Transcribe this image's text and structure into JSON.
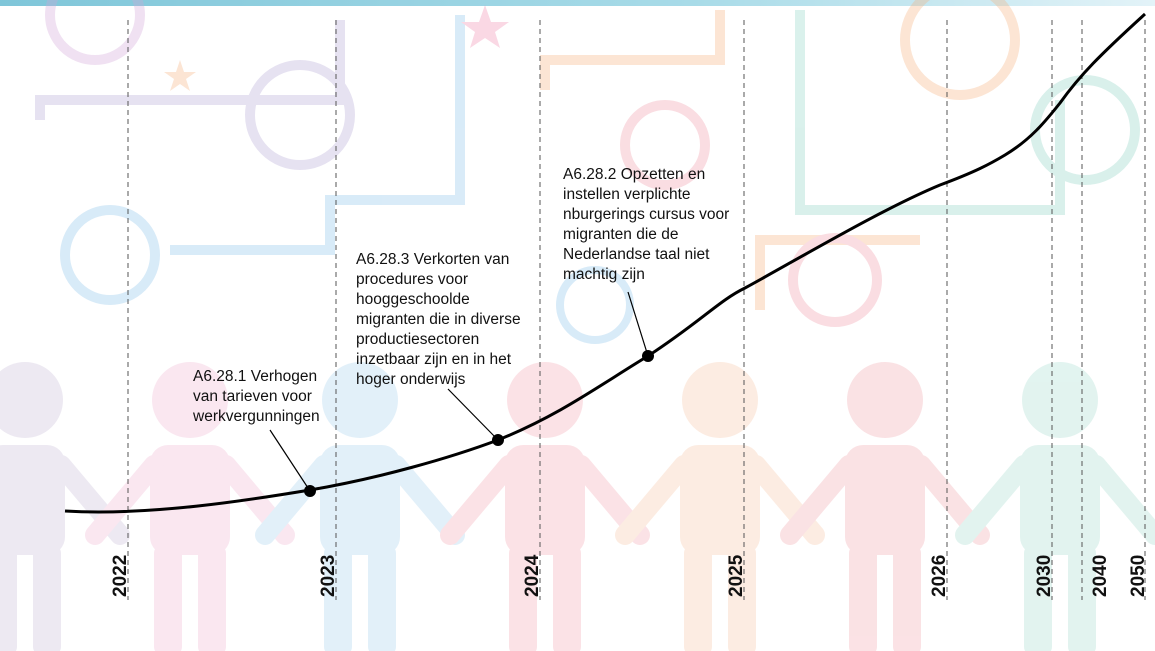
{
  "timeline": {
    "years": [
      "2022",
      "2023",
      "2024",
      "2025",
      "2026",
      "2030",
      "2040",
      "2050"
    ],
    "milestones": [
      {
        "id": "A6.28.1",
        "text": "A6.28.1 Verhogen\nvan tarieven voor\nwerkvergunningen"
      },
      {
        "id": "A6.28.3",
        "text": "A6.28.3 Verkorten van\nprocedures voor\nhooggeschoolde\nmigranten die in diverse\nproductiesectoren\ninzetbaar zijn en in het\nhoger onderwijs"
      },
      {
        "id": "A6.28.2",
        "text": "A6.28.2 Opzetten en\ninstellen verplichte\nnburgerings cursus voor\nmigranten die de\nNederlandse taal niet\nmachtig zijn"
      }
    ]
  },
  "colors": {
    "people": [
      "#c9bfd9",
      "#f0b7d4",
      "#a9d3ee",
      "#f4aab5",
      "#f8c8a8",
      "#f2a8b0",
      "#a8ddd0"
    ],
    "line": "#000000",
    "grid": "#555555"
  }
}
